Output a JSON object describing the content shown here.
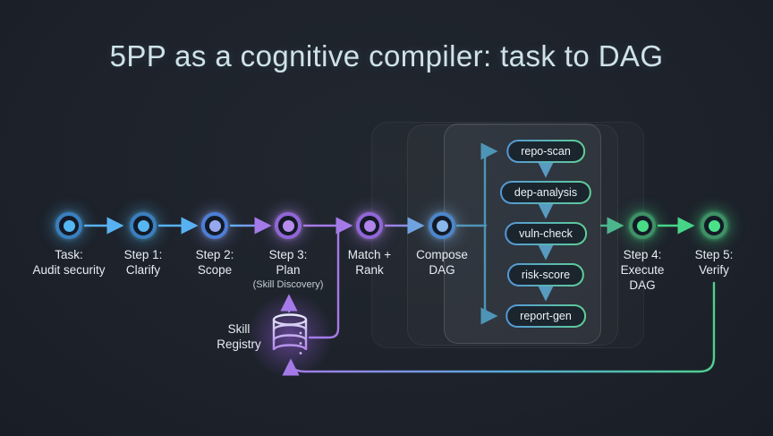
{
  "title": "5PP as a cognitive compiler: task to DAG",
  "pipeline": {
    "nodes": [
      {
        "id": "task",
        "label_lines": [
          "Task:",
          "Audit security"
        ],
        "color": "blue"
      },
      {
        "id": "step1",
        "label_lines": [
          "Step 1:",
          "Clarify"
        ],
        "color": "blue"
      },
      {
        "id": "step2",
        "label_lines": [
          "Step 2:",
          "Scope"
        ],
        "color": "blue-purple"
      },
      {
        "id": "step3",
        "label_lines": [
          "Step 3:",
          "Plan"
        ],
        "sub_label": "(Skill Discovery)",
        "color": "purple"
      },
      {
        "id": "match-rank",
        "label_lines": [
          "Match +",
          "Rank"
        ],
        "color": "purple"
      },
      {
        "id": "compose-dag",
        "label_lines": [
          "Compose",
          "DAG"
        ],
        "color": "blue"
      },
      {
        "id": "step4",
        "label_lines": [
          "Step 4:",
          "Execute",
          "DAG"
        ],
        "color": "green"
      },
      {
        "id": "step5",
        "label_lines": [
          "Step 5:",
          "Verify"
        ],
        "color": "green"
      }
    ]
  },
  "dag": {
    "tasks": [
      "repo-scan",
      "dep-analysis",
      "vuln-check",
      "risk-score",
      "report-gen"
    ]
  },
  "registry": {
    "label_lines": [
      "Skill",
      "Registry"
    ]
  },
  "colors": {
    "background": "#1d222b",
    "title": "#cfe2ea",
    "node_blue": "#55b6f2",
    "node_periwinkle": "#96a9ef",
    "node_purple": "#b489ec",
    "node_light_blue": "#88b7ea",
    "node_green": "#49dc86",
    "arrow_blue": "#58b2f2",
    "arrow_purple": "#a57ae8",
    "arrow_teal": "#4e94b6",
    "arrow_green": "#47d488",
    "pill_border_left": "#5596d8",
    "pill_border_right": "#5fcf96",
    "feedback_gradient": [
      "#4ecf8f",
      "#58a8d8",
      "#a57ae8"
    ]
  }
}
